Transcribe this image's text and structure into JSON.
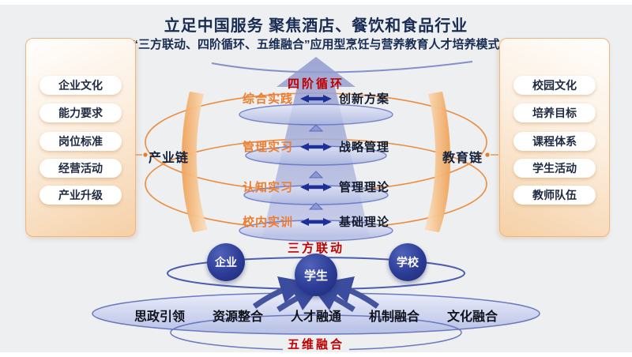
{
  "title": {
    "line1": "立足中国服务  聚焦酒店、餐饮和食品行业",
    "line2": "“三方联动、四阶循环、五维融合”应用型烹饪与营养教育人才培养模式"
  },
  "industry_chain": {
    "label": "产业链",
    "items": [
      "企业文化",
      "能力要求",
      "岗位标准",
      "经营活动",
      "产业升级"
    ]
  },
  "education_chain": {
    "label": "教育链",
    "items": [
      "校园文化",
      "培养目标",
      "课程体系",
      "学生活动",
      "教师队伍"
    ]
  },
  "four_stage_cycle": {
    "title": "四阶循环",
    "pairs": [
      {
        "practice": "综合实践",
        "theory": "创新方案"
      },
      {
        "practice": "管理实习",
        "theory": "战略管理"
      },
      {
        "practice": "认知实习",
        "theory": "管理理论"
      },
      {
        "practice": "校内实训",
        "theory": "基础理论"
      }
    ]
  },
  "three_party_linkage": {
    "title": "三方联动",
    "circles": [
      "企业",
      "学生",
      "学校"
    ]
  },
  "five_dim_integration": {
    "title": "五维融合",
    "items": [
      "思政引领",
      "资源整合",
      "人才融通",
      "机制融合",
      "文化融合"
    ]
  },
  "colors": {
    "accent_red": "#c00000",
    "accent_orange": "#ed7d31",
    "navy_arrow": "#1e2f96",
    "title_navy": "#182b52",
    "periwinkle": "#9aa3d4"
  }
}
